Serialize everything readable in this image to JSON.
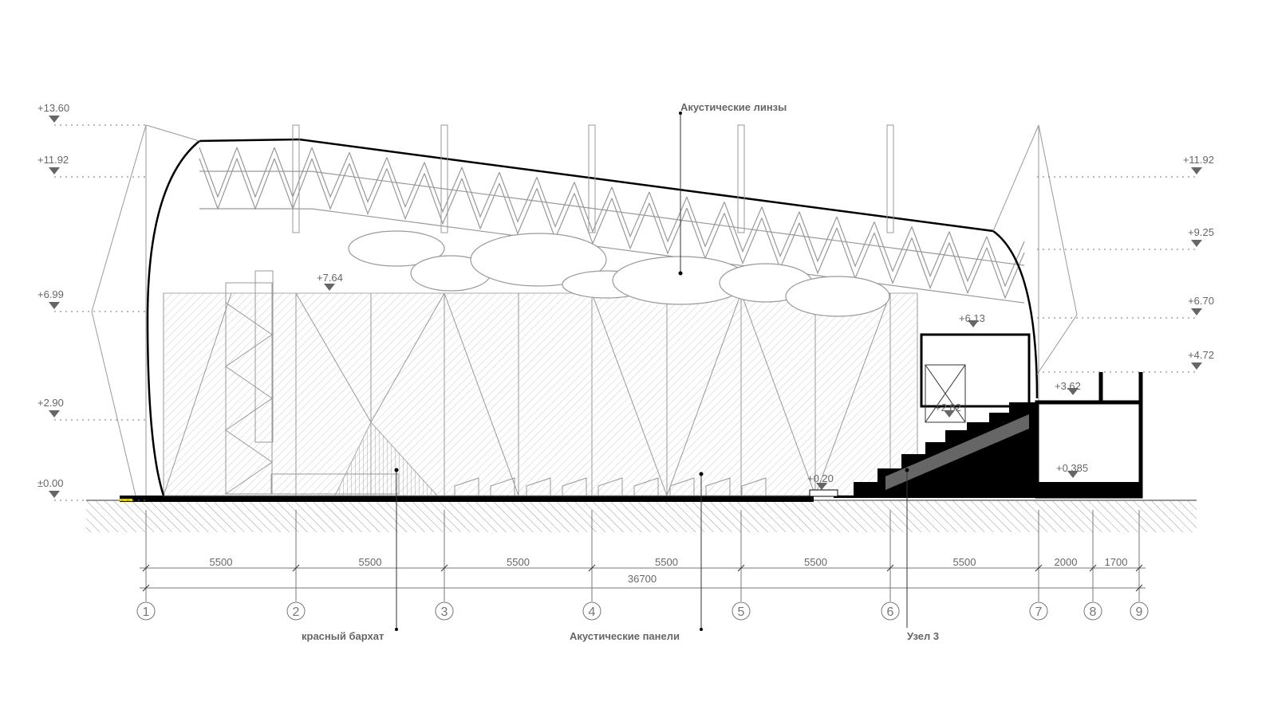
{
  "drawing": {
    "levels_left": [
      "+13.60",
      "+11.92",
      "+6.99",
      "+2.90",
      "±0.00"
    ],
    "levels_right": [
      "+11.92",
      "+9.25",
      "+6.70",
      "+4.72"
    ],
    "levels_interior": [
      "+7.64",
      "+6.13",
      "+2.82",
      "+3.62",
      "+0.385",
      "+0.20"
    ],
    "dimensions": [
      "5500",
      "5500",
      "5500",
      "5500",
      "5500",
      "5500",
      "2000",
      "1700"
    ],
    "total_dimension": "36700",
    "axes": [
      "1",
      "2",
      "3",
      "4",
      "5",
      "6",
      "7",
      "8",
      "9"
    ],
    "annotations": {
      "acoustic_lenses": "Акустические линзы",
      "red_velvet": "красный бархат",
      "acoustic_panels": "Акустические панели",
      "node_3": "Узел 3"
    },
    "colors": {
      "line": "#999999",
      "ink": "#000000",
      "text": "#666666",
      "hatch": "#bbbbbb"
    }
  }
}
